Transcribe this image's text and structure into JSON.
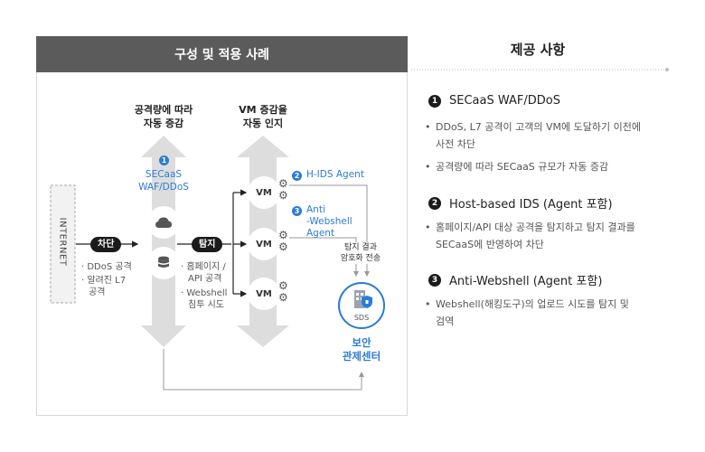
{
  "panel": {
    "title": "구성 및 적용 사례",
    "internet": "INTERNET",
    "block_label": "차단",
    "detect_label": "탐지",
    "internet_notes": [
      "DDoS 공격",
      "알려진 L7",
      "공격"
    ],
    "column1_title": [
      "공격량에 따라",
      "자동 증감"
    ],
    "column2_title": [
      "VM 증감율",
      "자동 인지"
    ],
    "secaas_num": "1",
    "secaas_label": [
      "SECaaS",
      "WAF/DDoS"
    ],
    "detect_notes": [
      "홈페이지 /",
      "API 공격",
      "Webshell",
      "침투 시도"
    ],
    "vm_label": "VM",
    "hids_num": "2",
    "hids_label": "H-IDS Agent",
    "webshell_num": "3",
    "webshell_label": [
      "Anti",
      "-Webshell",
      "Agent"
    ],
    "transfer_label": [
      "탐지 결과",
      "암호화 전송"
    ],
    "sds_label": "SDS",
    "center_label": [
      "보안",
      "관제센터"
    ]
  },
  "right": {
    "title": "제공 사항",
    "items": [
      {
        "num": "1",
        "heading": "SECaaS WAF/DDoS",
        "bullets": [
          [
            "DDoS, L7 공격이 고객의 VM에 도달하기 이전에",
            "사전 차단"
          ],
          [
            "공격량에 따라 SECaaS 규모가 자동 증감"
          ]
        ]
      },
      {
        "num": "2",
        "heading": "Host-based IDS (Agent 포함)",
        "bullets": [
          [
            "홈페이지/API 대상 공격을 탐지하고 탐지 결과를",
            "SECaaS에 반영하여 차단"
          ]
        ]
      },
      {
        "num": "3",
        "heading": "Anti-Webshell (Agent 포함)",
        "bullets": [
          [
            "Webshell(해킹도구)의 업로드 시도를 탐지 및",
            "검역"
          ]
        ]
      }
    ]
  },
  "colors": {
    "header_bg": "#5b5b5b",
    "accent_blue": "#2b7bd8",
    "arrow_gray": "#dddddd",
    "pill_black": "#1b1b1b"
  }
}
